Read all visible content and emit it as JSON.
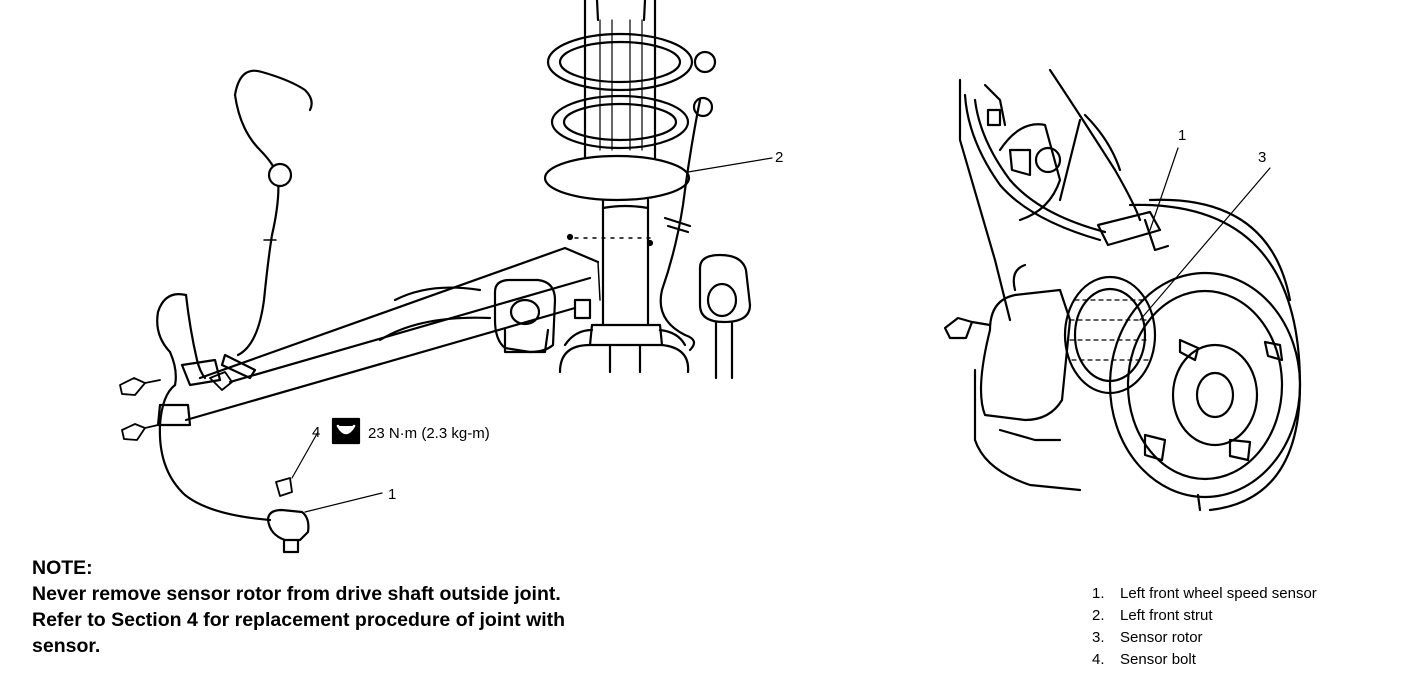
{
  "callouts": {
    "left": {
      "one": "1",
      "two": "2",
      "four": "4"
    },
    "right": {
      "one": "1",
      "three": "3"
    }
  },
  "torque": {
    "value": "23 N·m (2.3 kg-m)",
    "icon": "torque-wrench-icon"
  },
  "note": {
    "heading": "NOTE:",
    "lines": [
      "Never remove sensor rotor from drive shaft outside joint.",
      "Refer to Section 4 for replacement procedure of joint with",
      "sensor."
    ]
  },
  "legend": [
    {
      "number": "1.",
      "label": "Left front wheel speed sensor"
    },
    {
      "number": "2.",
      "label": "Left front strut"
    },
    {
      "number": "3.",
      "label": "Sensor rotor"
    },
    {
      "number": "4.",
      "label": "Sensor bolt"
    }
  ]
}
